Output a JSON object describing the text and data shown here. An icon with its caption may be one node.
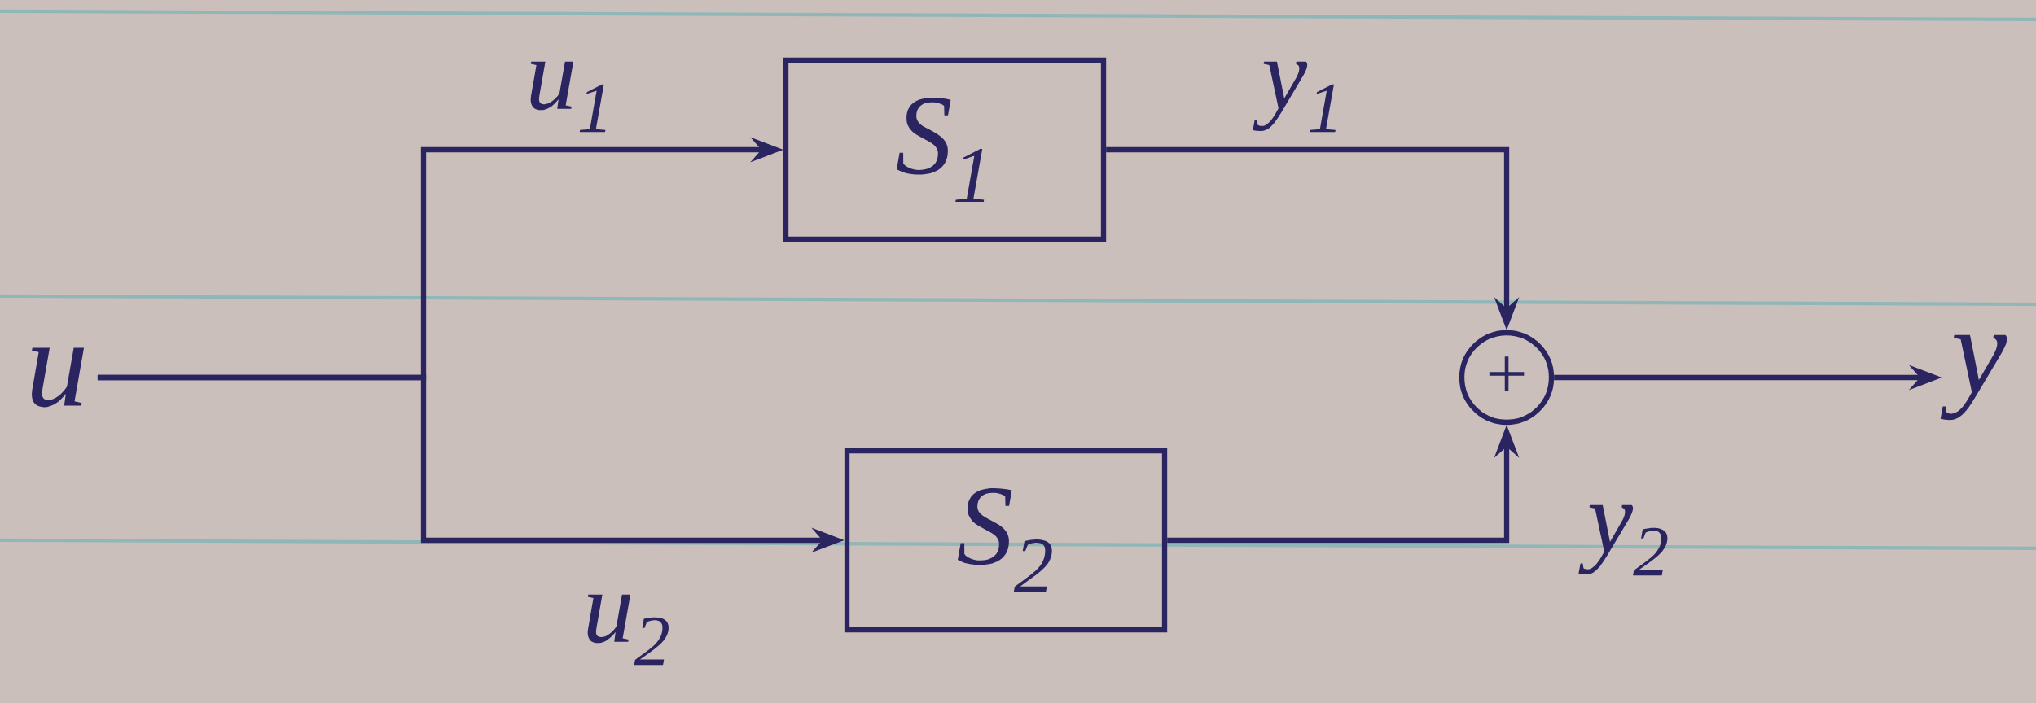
{
  "diagram": {
    "nodes": [
      {
        "text": [
          "u"
        ]
      },
      {
        "text": [
          "S$_{1}$"
        ]
      },
      {
        "text": [
          "S$_{2}$"
        ]
      },
      {
        "text": [
          "+"
        ]
      },
      {
        "text": [
          "y"
        ]
      }
    ],
    "edges": [
      {
        "from": 0,
        "to": 1,
        "arrow": "to",
        "label": "u$_{1}$"
      },
      {
        "from": 0,
        "to": 2,
        "arrow": "to",
        "label": "u$_{2}$"
      },
      {
        "from": 1,
        "to": 3,
        "arrow": "to",
        "label": "y$_{1}$"
      },
      {
        "from": 2,
        "to": 3,
        "arrow": "to",
        "label": "y$_{2}$"
      },
      {
        "from": 3,
        "to": 4,
        "arrow": "to"
      }
    ]
  }
}
